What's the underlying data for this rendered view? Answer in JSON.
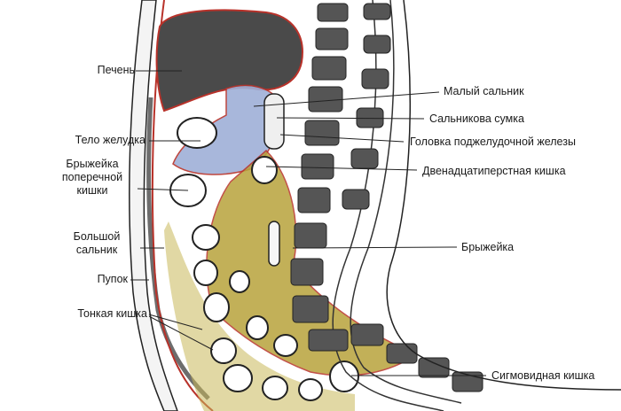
{
  "labels": {
    "liver": "Печень",
    "stomach_body": "Тело желудка",
    "transverse_mesocolon": "Брыжейка\nпоперечной\nкишки",
    "greater_omentum": "Большой\nсальник",
    "navel": "Пупок",
    "small_intestine": "Тонкая кишка",
    "lesser_omentum": "Малый сальник",
    "omental_bursa": "Сальникова сумка",
    "pancreas_head": "Головка поджелудочной железы",
    "duodenum": "Двенадцатиперстная кишка",
    "mesentery": "Брыжейка",
    "sigmoid_colon": "Сигмовидная кишка"
  },
  "colors": {
    "liver": "#4a4a4a",
    "peritoneum_line": "#b8322a",
    "mesentery_fill": "#b8a33c",
    "bursa_fill": "#9fb0d8",
    "vertebra": "#555555",
    "outline": "#222222"
  }
}
